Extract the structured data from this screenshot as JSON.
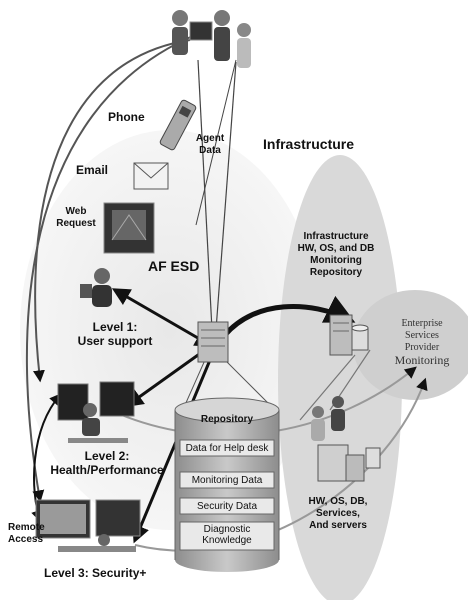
{
  "labels": {
    "phone": "Phone",
    "agent_data": [
      "Agent",
      "Data"
    ],
    "infrastructure": "Infrastructure",
    "email": "Email",
    "web_request": [
      "Web",
      "Request"
    ],
    "af_esd": "AF ESD",
    "infra_repo": [
      "Infrastructure",
      "HW, OS, and DB",
      "Monitoring",
      "Repository"
    ],
    "enterprise": [
      "Enterprise",
      "Services",
      "Provider",
      "Monitoring"
    ],
    "level1": [
      "Level 1:",
      "User support"
    ],
    "level2": [
      "Level 2:",
      "Health/Performance"
    ],
    "level3": "Level 3: Security+",
    "remote_access": [
      "Remote",
      "Access"
    ],
    "servers": [
      "HW, OS, DB,",
      "Services,",
      "And servers"
    ]
  },
  "repository": {
    "title": "Repository",
    "layers": [
      "Data for Help desk",
      "Monitoring Data",
      "Security Data",
      "Diagnostic Knowledge"
    ]
  },
  "colors": {
    "ellipse_fill": "#dcdcdc",
    "cylinder_fill": "#b8b8b8",
    "arrow": "#111111"
  },
  "icons": [
    "people-icon",
    "phone-icon",
    "envelope-icon",
    "web-request-icon",
    "user-icon",
    "monitor-icon",
    "server-icon",
    "database-icon"
  ]
}
